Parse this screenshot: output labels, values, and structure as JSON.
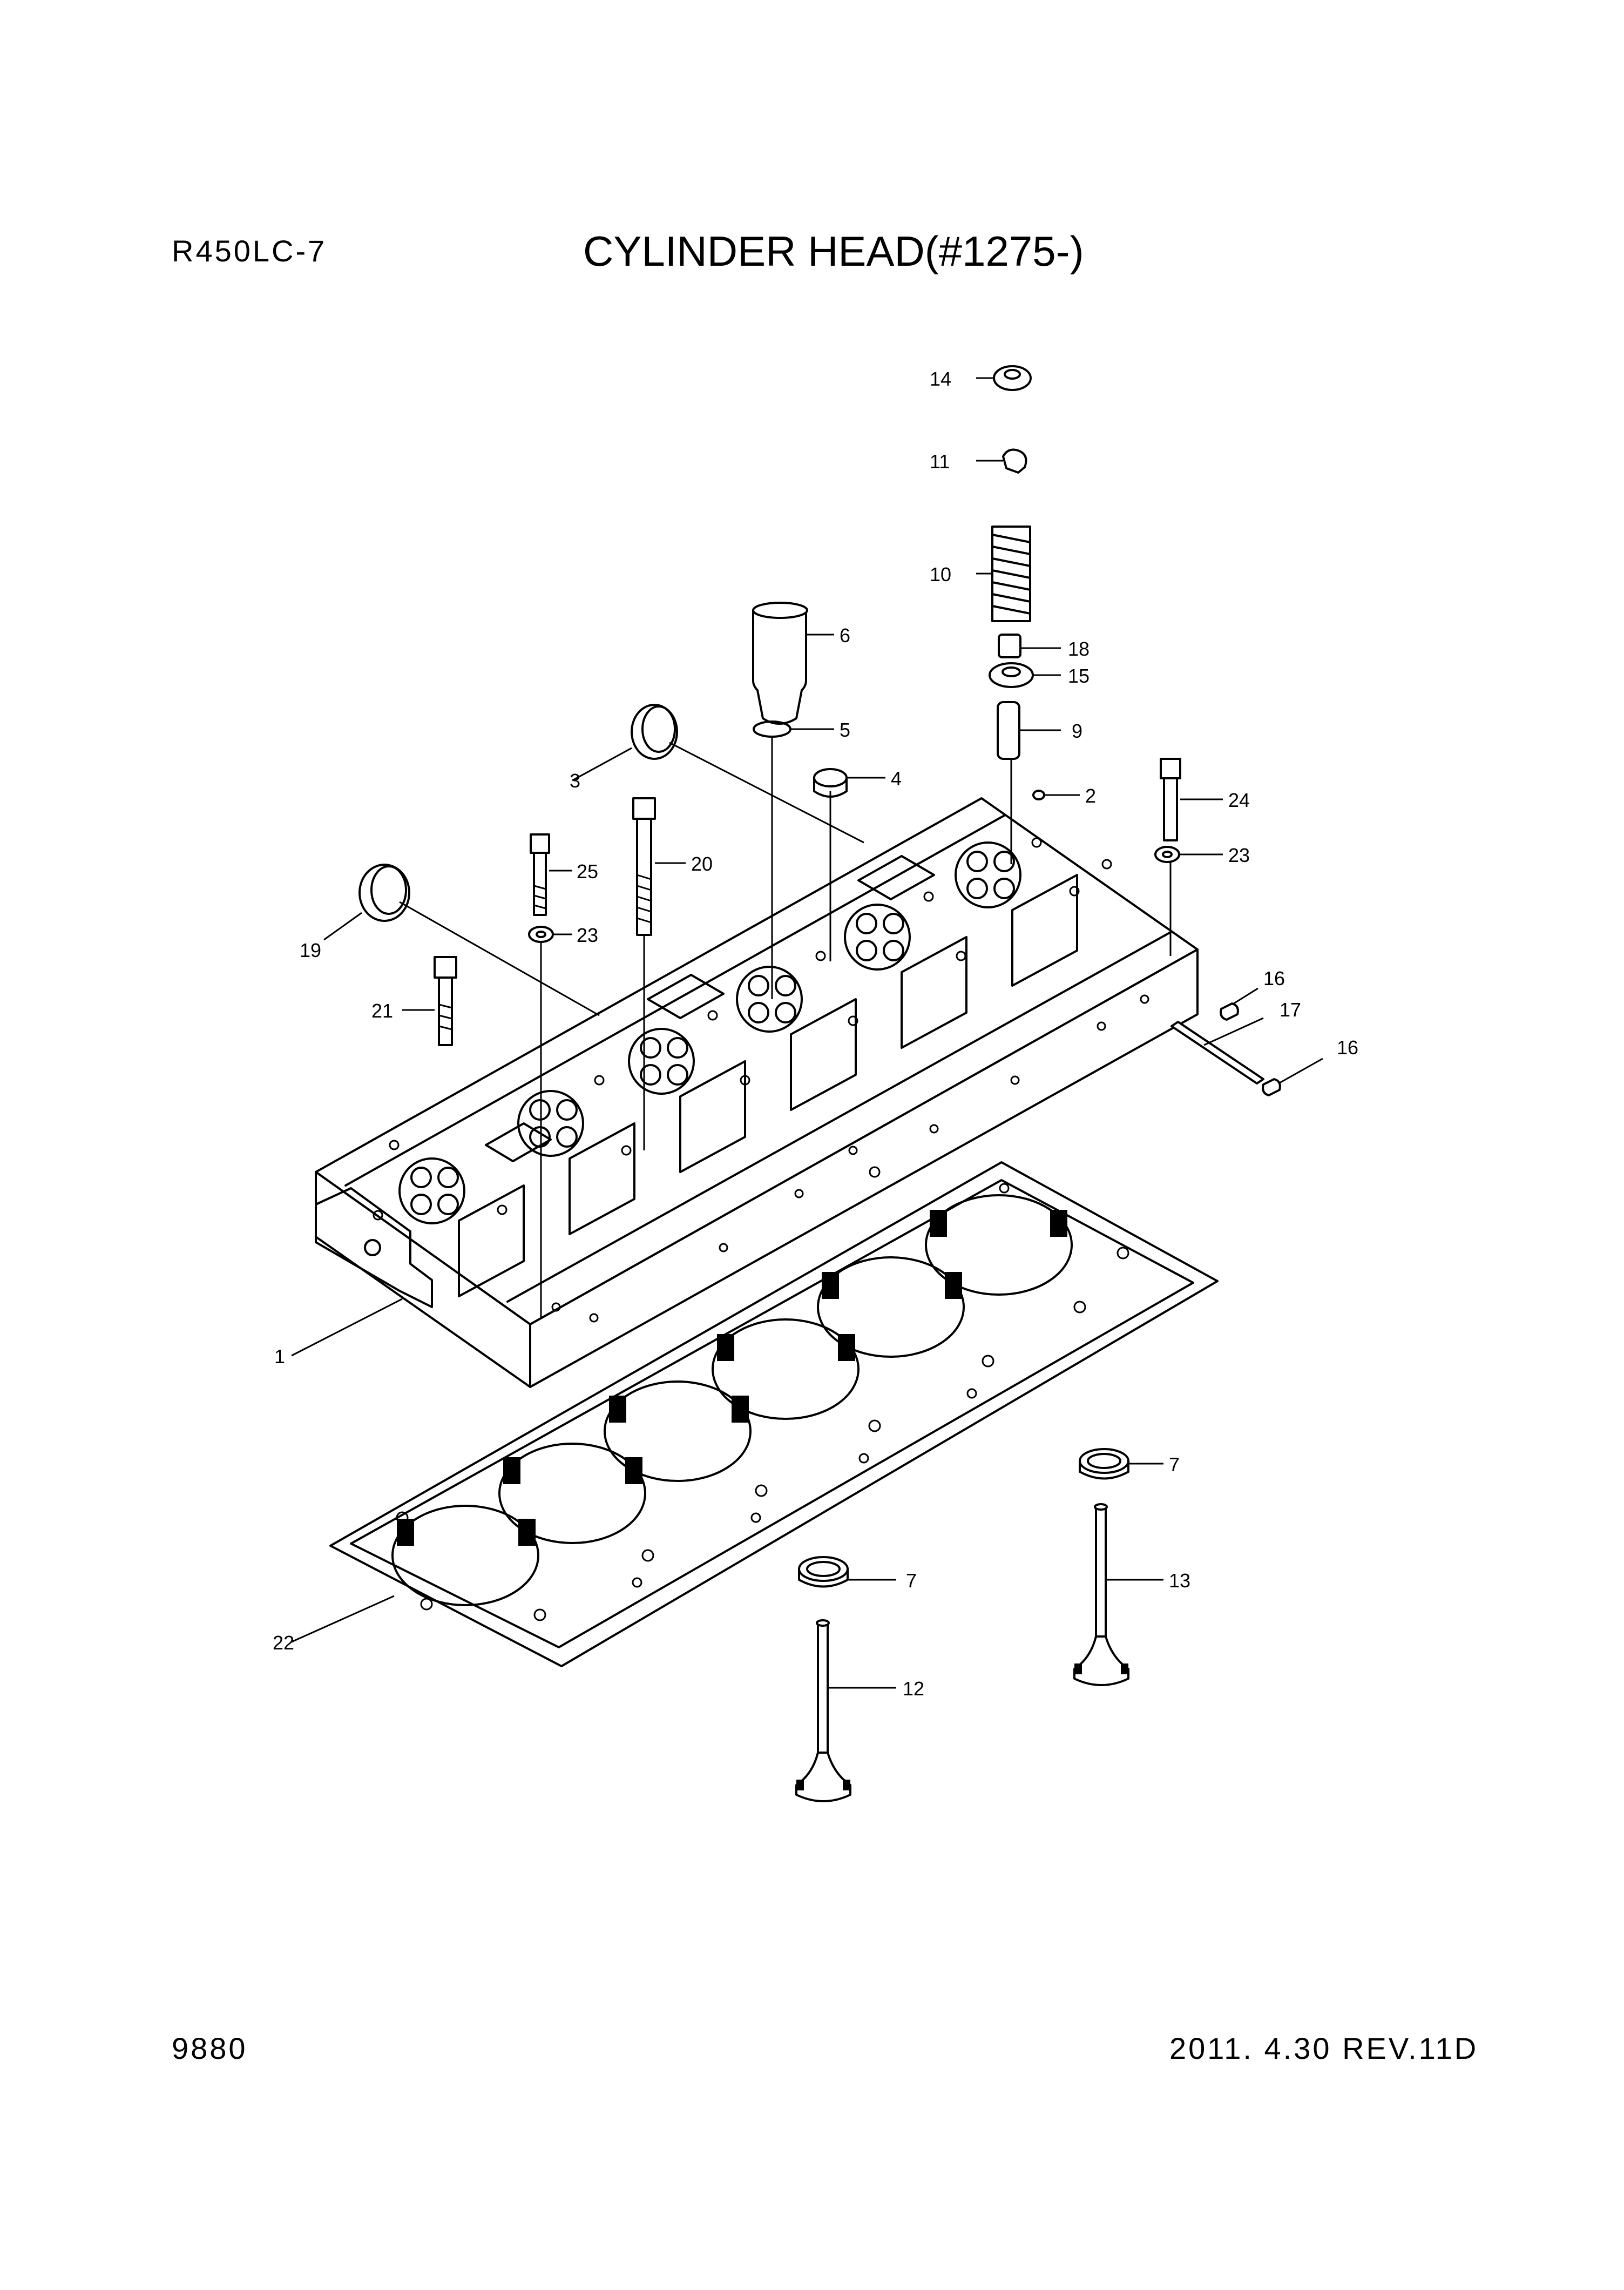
{
  "header": {
    "model": "R450LC-7",
    "title": "CYLINDER HEAD(#1275-)"
  },
  "footer": {
    "page_number": "9880",
    "revision": "2011. 4.30  REV.11D"
  },
  "callouts": [
    "1",
    "2",
    "3",
    "4",
    "5",
    "6",
    "7",
    "7",
    "9",
    "10",
    "11",
    "12",
    "13",
    "14",
    "15",
    "16",
    "16",
    "17",
    "18",
    "19",
    "20",
    "21",
    "22",
    "23",
    "23",
    "24",
    "25"
  ]
}
